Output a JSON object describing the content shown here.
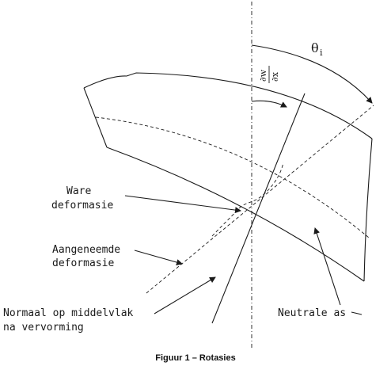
{
  "labels": {
    "theta_main": "θ",
    "theta_sub": "i",
    "dw": "∂w",
    "dx": "∂x",
    "ware_1": "Ware",
    "ware_2": "deformasie",
    "aang_1": "Aangeneemde",
    "aang_2": "deformasie",
    "normaal_1": "Normaal op middelvlak",
    "normaal_2": "na vervorming",
    "neutrale": "Neutrale as"
  },
  "caption": "Figuur 1 – Rotasies"
}
